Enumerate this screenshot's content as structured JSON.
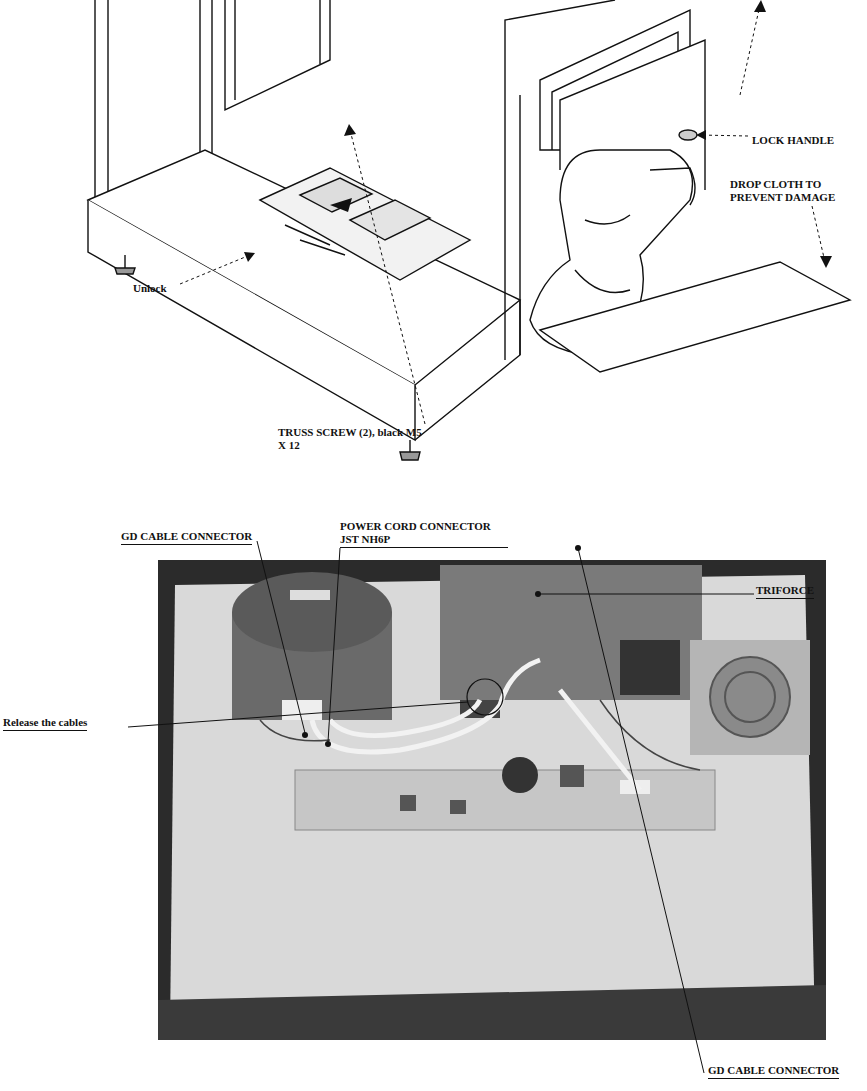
{
  "diagram": {
    "labels": [
      "LOCK HANDLE",
      "DROP CLOTH TO PREVENT DAMAGE",
      "Unlock",
      "TRUSS SCREW (2), black M5 X 12",
      "GD CABLE CONNECTOR",
      "POWER CORD CONNECTOR JST NH6P",
      "TRIFORCE",
      "Release the cables",
      "GD CABLE CONNECTOR"
    ]
  }
}
